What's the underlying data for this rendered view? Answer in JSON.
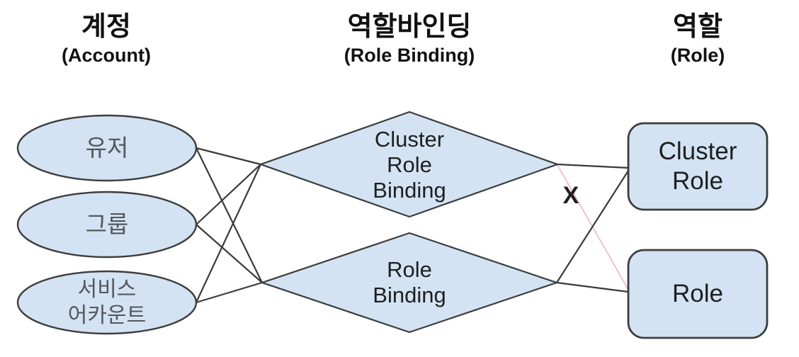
{
  "columns": {
    "account": {
      "ko": "계정",
      "en": "(Account)"
    },
    "binding": {
      "ko": "역할바인딩",
      "en": "(Role Binding)"
    },
    "role": {
      "ko": "역할",
      "en": "(Role)"
    }
  },
  "nodes": {
    "user": "유저",
    "group": "그룹",
    "service_account": "서비스\n어카운트",
    "cluster_role_binding": "Cluster\nRole\nBinding",
    "role_binding": "Role\nBinding",
    "cluster_role": "Cluster\nRole",
    "role": "Role"
  },
  "annotations": {
    "forbidden_mark": "X"
  },
  "colors": {
    "node_fill": "#d3e3f3",
    "node_stroke": "#3d3d3d",
    "edge": "#3a3a3a",
    "forbidden_edge": "#f0c3d0",
    "header_text": "#111111",
    "node_text_dark": "#1f1f1f",
    "node_text_gray": "#54575c"
  },
  "edges": [
    {
      "from": "유저",
      "to": "Cluster Role Binding",
      "allowed": true
    },
    {
      "from": "유저",
      "to": "Role Binding",
      "allowed": true
    },
    {
      "from": "그룹",
      "to": "Cluster Role Binding",
      "allowed": true
    },
    {
      "from": "그룹",
      "to": "Role Binding",
      "allowed": true
    },
    {
      "from": "서비스 어카운트",
      "to": "Cluster Role Binding",
      "allowed": true
    },
    {
      "from": "서비스 어카운트",
      "to": "Role Binding",
      "allowed": true
    },
    {
      "from": "Cluster Role Binding",
      "to": "Cluster Role",
      "allowed": true
    },
    {
      "from": "Role Binding",
      "to": "Cluster Role",
      "allowed": true
    },
    {
      "from": "Role Binding",
      "to": "Role",
      "allowed": true
    },
    {
      "from": "Cluster Role Binding",
      "to": "Role",
      "allowed": false
    }
  ]
}
